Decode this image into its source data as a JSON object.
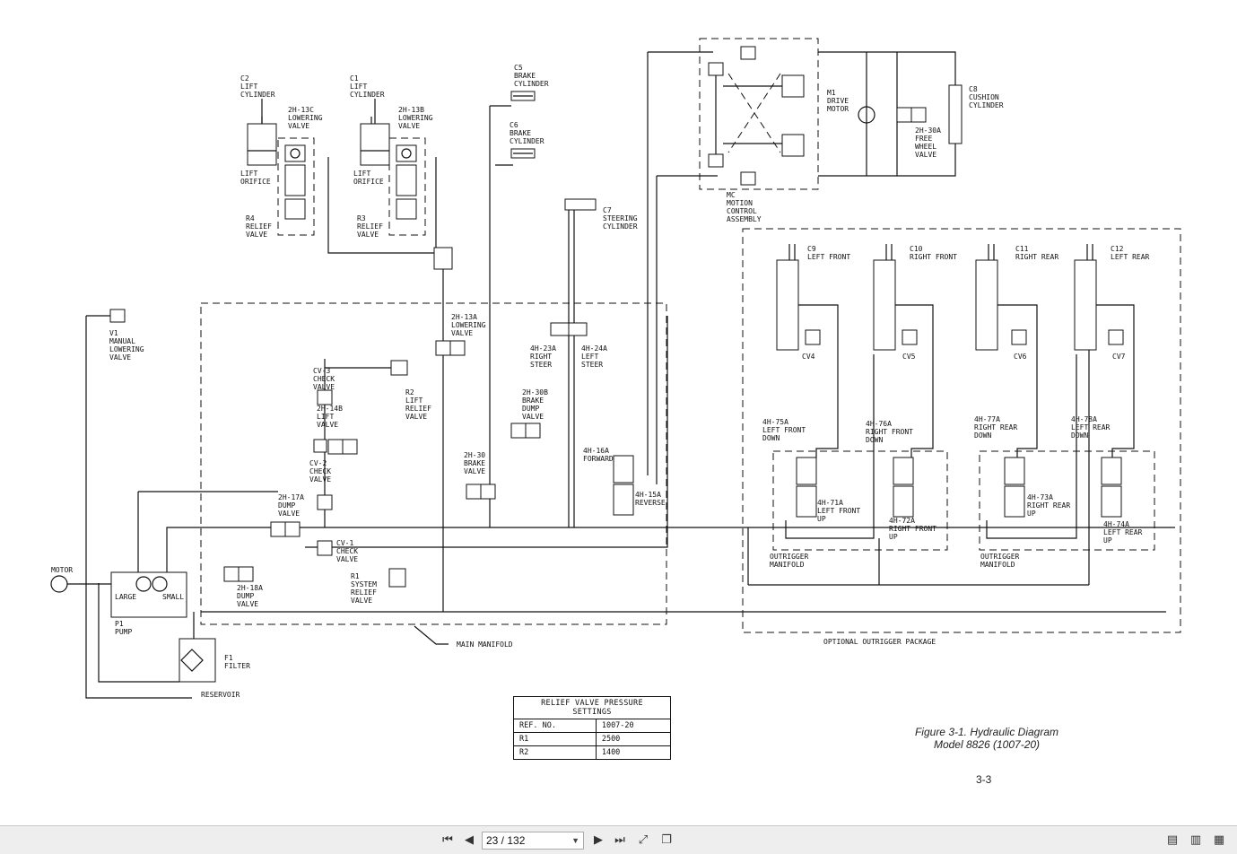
{
  "diagram": {
    "labels": {
      "c2": [
        "C2",
        "LIFT",
        "CYLINDER"
      ],
      "c1": [
        "C1",
        "LIFT",
        "CYLINDER"
      ],
      "lv13c": [
        "2H-13C",
        "LOWERING",
        "VALVE"
      ],
      "lv13b": [
        "2H-13B",
        "LOWERING",
        "VALVE"
      ],
      "orifice_l": [
        "LIFT",
        "ORIFICE"
      ],
      "orifice_r": [
        "LIFT",
        "ORIFICE"
      ],
      "r4": [
        "R4",
        "RELIEF",
        "VALVE"
      ],
      "r3": [
        "R3",
        "RELIEF",
        "VALVE"
      ],
      "c5": [
        "C5",
        "BRAKE",
        "CYLINDER"
      ],
      "c6": [
        "C6",
        "BRAKE",
        "CYLINDER"
      ],
      "c7": [
        "C7",
        "STEERING",
        "CYLINDER"
      ],
      "m1": [
        "M1",
        "DRIVE",
        "MOTOR"
      ],
      "fw": [
        "2H-30A",
        "FREE",
        "WHEEL",
        "VALVE"
      ],
      "c8": [
        "C8",
        "CUSHION",
        "CYLINDER"
      ],
      "mc": [
        "MC",
        "MOTION",
        "CONTROL",
        "ASSEMBLY"
      ],
      "c9": [
        "C9",
        "LEFT  FRONT"
      ],
      "c10": [
        "C10",
        "RIGHT  FRONT"
      ],
      "c11": [
        "C11",
        "RIGHT  REAR"
      ],
      "c12": [
        "C12",
        "LEFT  REAR"
      ],
      "cv4": "CV4",
      "cv5": "CV5",
      "cv6": "CV6",
      "cv7": "CV7",
      "v1": [
        "V1",
        "MANUAL",
        "LOWERING",
        "VALVE"
      ],
      "lv13a": [
        "2H-13A",
        "LOWERING",
        "VALVE"
      ],
      "cv3": [
        "CV-3",
        "CHECK",
        "VALVE"
      ],
      "r2": [
        "R2",
        "LIFT",
        "RELIEF",
        "VALVE"
      ],
      "lv14b": [
        "2H-14B",
        "LIFT",
        "VALVE"
      ],
      "cv2": [
        "CV-2",
        "CHECK",
        "VALVE"
      ],
      "dv17a": [
        "2H-17A",
        "DUMP",
        "VALVE"
      ],
      "cv1": [
        "CV-1",
        "CHECK",
        "VALVE"
      ],
      "r1": [
        "R1",
        "SYSTEM",
        "RELIEF",
        "VALVE"
      ],
      "dv18a": [
        "2H-18A",
        "DUMP",
        "VALVE"
      ],
      "bd30b": [
        "2H-30B",
        "BRAKE",
        "DUMP",
        "VALVE"
      ],
      "bv30": [
        "2H-30",
        "BRAKE",
        "VALVE"
      ],
      "rs23a": [
        "4H-23A",
        "RIGHT",
        "STEER"
      ],
      "ls24a": [
        "4H-24A",
        "LEFT",
        "STEER"
      ],
      "fwd16a": [
        "4H-16A",
        "FORWARD"
      ],
      "rev15a": [
        "4H-15A",
        "REVERSE"
      ],
      "lfd75a": [
        "4H-75A",
        "LEFT  FRONT",
        "DOWN"
      ],
      "rfd76a": [
        "4H-76A",
        "RIGHT  FRONT",
        "DOWN"
      ],
      "rrd77a": [
        "4H-77A",
        "RIGHT  REAR",
        "DOWN"
      ],
      "lrd78a": [
        "4H-78A",
        "LEFT  REAR",
        "DOWN"
      ],
      "lfu71a": [
        "4H-71A",
        "LEFT  FRONT",
        "UP"
      ],
      "rfu72a": [
        "4H-72A",
        "RIGHT  FRONT",
        "UP"
      ],
      "rru73a": [
        "4H-73A",
        "RIGHT  REAR",
        "UP"
      ],
      "lru74a": [
        "4H-74A",
        "LEFT  REAR",
        "UP"
      ],
      "om1": [
        "OUTRIGGER",
        "MANIFOLD"
      ],
      "om2": [
        "OUTRIGGER",
        "MANIFOLD"
      ],
      "motor": "MOTOR",
      "large": "LARGE",
      "small": "SMALL",
      "p1": [
        "P1",
        "PUMP"
      ],
      "f1": [
        "F1",
        "FILTER"
      ],
      "reservoir": "RESERVOIR",
      "main_manifold": "MAIN  MANIFOLD",
      "outrigger_pkg": "OPTIONAL  OUTRIGGER  PACKAGE"
    }
  },
  "relief_table": {
    "title": "RELIEF  VALVE  PRESSURE  SETTINGS",
    "rows": [
      [
        "REF.  NO.",
        "1007-20"
      ],
      [
        "R1",
        "2500"
      ],
      [
        "R2",
        "1400"
      ]
    ]
  },
  "caption": {
    "line1": "Figure 3-1. Hydraulic Diagram",
    "line2": "Model 8826 (1007-20)"
  },
  "page_number": "3-3",
  "toolbar": {
    "page_indicator": "23 / 132",
    "icons": [
      "first-page-icon",
      "prev-page-icon",
      "next-page-icon",
      "last-page-icon",
      "fit-width-icon",
      "fit-page-icon",
      "single-page-icon",
      "continuous-icon",
      "facing-icon"
    ]
  }
}
